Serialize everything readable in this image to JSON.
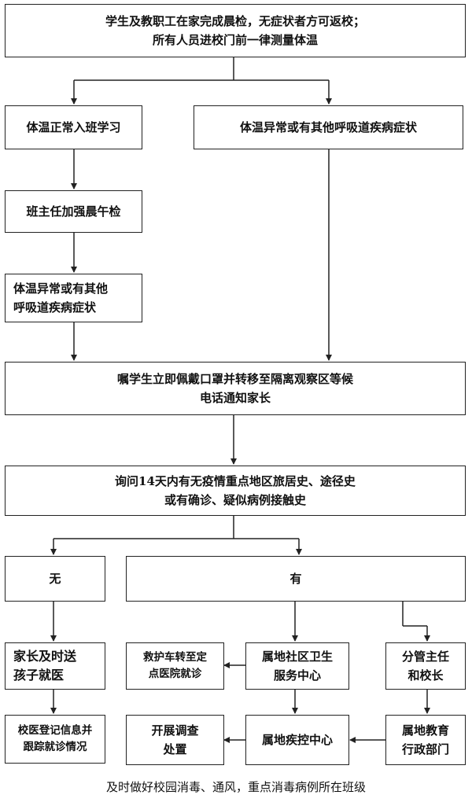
{
  "nodes": {
    "morning_check": "学生及教职工在家完成晨检，无症状者方可返校；\n所有人员进校门前一律测量体温",
    "temp_normal": "体温正常入班学习",
    "temp_abnormal": "体温异常或有其他呼吸道疾病症状",
    "head_teacher_check": "班主任加强晨午检",
    "temp_abnormal_2": "体温异常或有其他\n呼吸道疾病症状",
    "isolate": "嘱学生立即佩戴口罩并转移至隔离观察区等候\n电话通知家长",
    "inquire": "询问14天内有无疫情重点地区旅居史、途径史\n或有确诊、疑似病例接触史",
    "no": "无",
    "yes": "有",
    "parent_send": "家长及时送\n孩子就医",
    "school_doctor": "校医登记信息并\n跟踪就诊情况",
    "ambulance": "救护车转至定\n点医院就诊",
    "community_health": "属地社区卫生\n服务中心",
    "principal": "分管主任\n和校长",
    "investigate": "开展调查\n处置",
    "cdc": "属地疾控中心",
    "edu_dept": "属地教育\n行政部门"
  },
  "footer": "及时做好校园消毒、通风，重点消毒病例所在班级"
}
